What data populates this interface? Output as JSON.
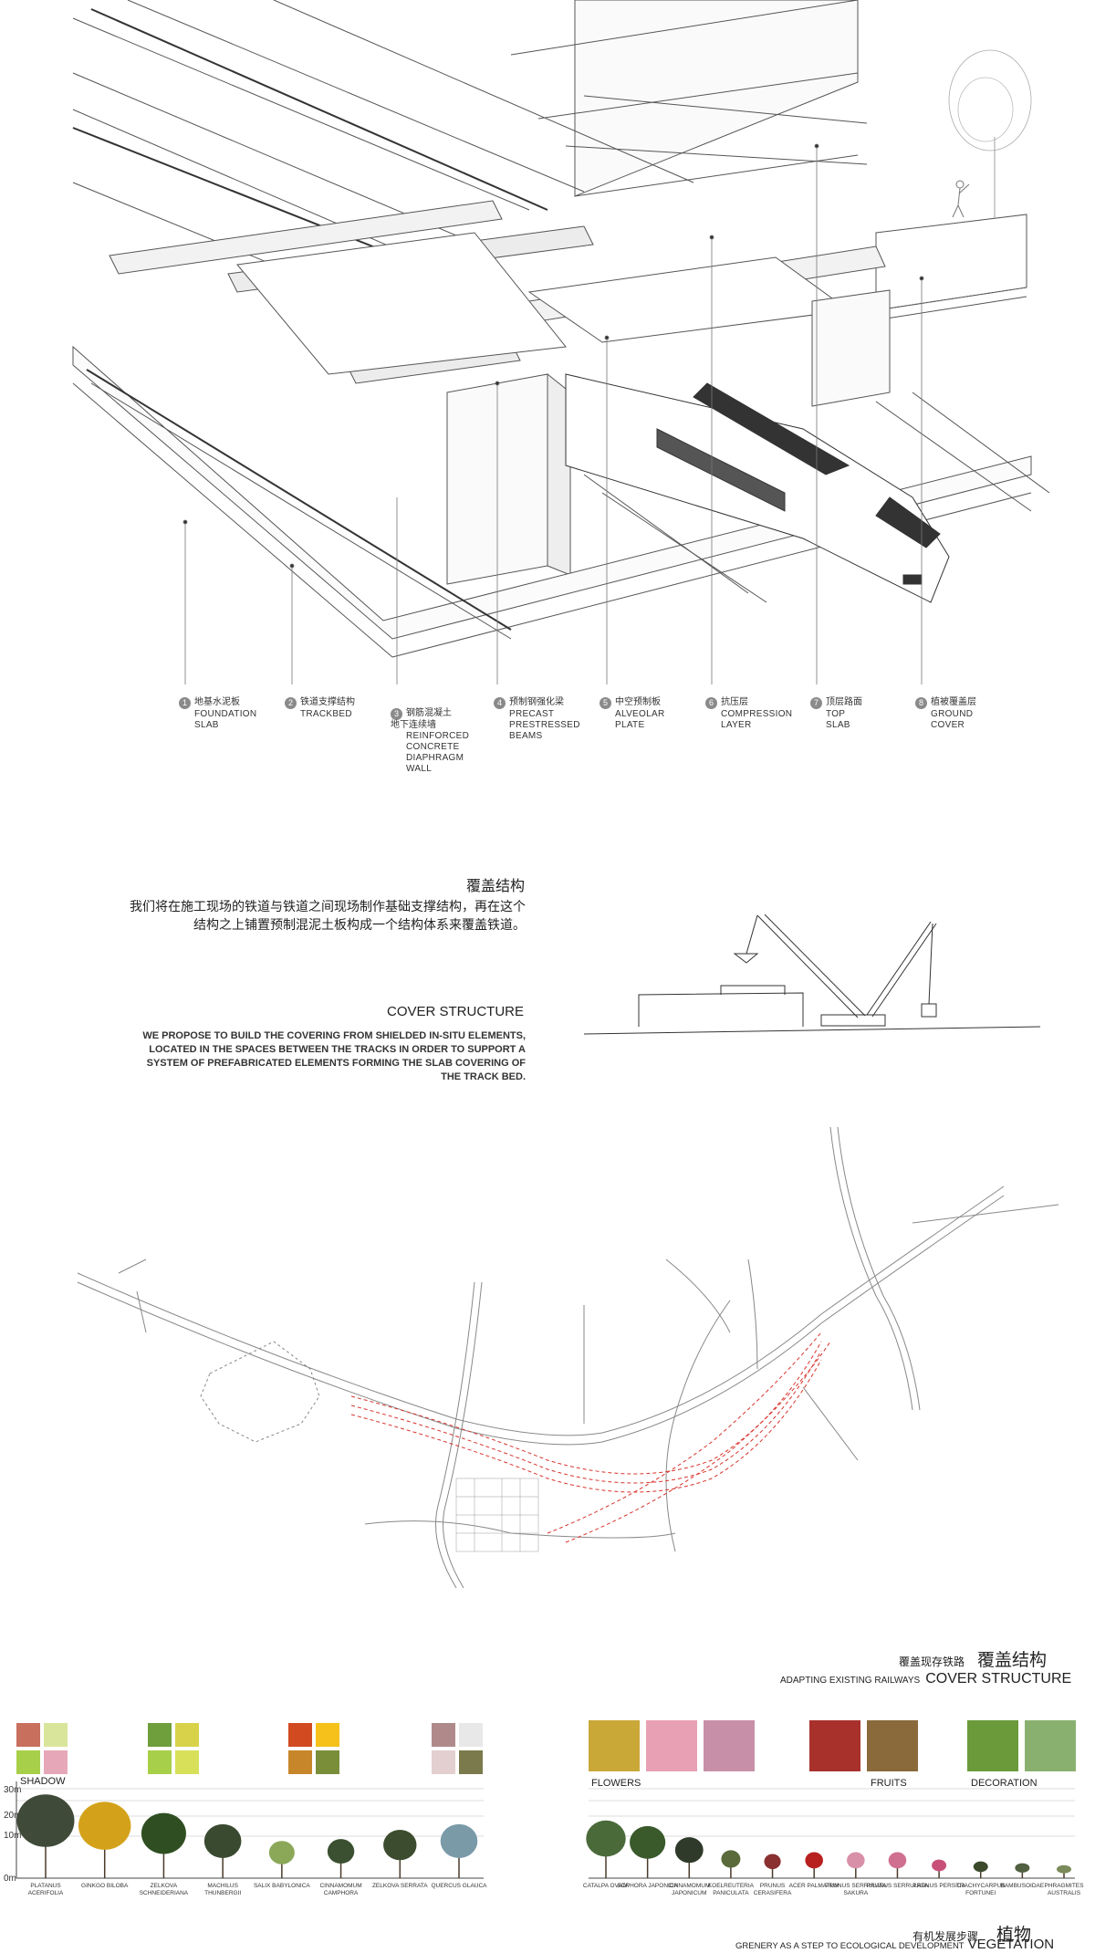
{
  "structure_legend": [
    {
      "num": "1",
      "cn": "地基水泥板",
      "en": "FOUNDATION\nSLAB"
    },
    {
      "num": "2",
      "cn": "铁道支撑结构",
      "en": "TRACKBED"
    },
    {
      "num": "3",
      "cn": "钢筋混凝土\n地下连续墙",
      "en": "REINFORCED\nCONCRETE\nDIAPHRAGM\nWALL"
    },
    {
      "num": "4",
      "cn": "预制钢强化梁",
      "en": "PRECAST\nPRESTRESSED\nBEAMS"
    },
    {
      "num": "5",
      "cn": "中空预制板",
      "en": "ALVEOLAR\nPLATE"
    },
    {
      "num": "6",
      "cn": "抗压层",
      "en": "COMPRESSION\nLAYER"
    },
    {
      "num": "7",
      "cn": "顶层路面",
      "en": "TOP\nSLAB"
    },
    {
      "num": "8",
      "cn": "植被覆盖层",
      "en": "GROUND\nCOVER"
    }
  ],
  "cover": {
    "title_cn": "覆盖结构",
    "body_cn": "我们将在施工现场的铁道与铁道之间现场制作基础支撑结构，再在这个结构之上铺置预制混泥土板构成一个结构体系来覆盖铁道。",
    "title_en": "COVER STRUCTURE",
    "body_en": "WE PROPOSE TO BUILD THE COVERING FROM SHIELDED IN-SITU ELEMENTS, LOCATED IN THE SPACES BETWEEN THE TRACKS IN ORDER TO SUPPORT A SYSTEM OF PREFABRICATED ELEMENTS FORMING THE SLAB COVERING OF THE TRACK BED."
  },
  "map_caption": {
    "small_cn": "覆盖现存铁路",
    "big_cn": "覆盖结构",
    "small_en": "ADAPTING EXISTING RAILWAYS",
    "big_en": "COVER STRUCTURE"
  },
  "vegetation": {
    "shadow_label": "SHADOW",
    "flowers_label": "FLOWERS",
    "fruits_label": "FRUITS",
    "decoration_label": "DECORATION",
    "axis": [
      "30m",
      "20m",
      "10m",
      "0m"
    ],
    "swatch_colors": [
      [
        "#c86f5e",
        "#d9e59a",
        "#a8cf4a",
        "#e6a8b8"
      ],
      [
        "#6f9e3c",
        "#d8d24a",
        "#a8cf4a",
        "#d8e05a"
      ],
      [
        "#d24a20",
        "#f5c11a",
        "#c8862a",
        "#7a8e3a"
      ],
      [
        "#b08a8a",
        "#e8e8e8",
        "#e3cfcf",
        "#7b7a4c"
      ]
    ],
    "shade_trees": [
      "PLATANUS ACERIFOLIA",
      "GINKGO BILOBA",
      "ZELKOVA SCHNEIDERIANA",
      "MACHILUS THUNBERGII",
      "SALIX BABYLONICA",
      "CINNAMOMUM CAMPHORA",
      "ZELKOVA SERRATA",
      "QUERCUS GLAUCA"
    ],
    "flower_trees": [
      "CATALPA OVATA",
      "SOPHORA JAPONICA",
      "CINNAMOMUM JAPONICUM",
      "KOELREUTERIA PANICULATA",
      "PRUNUS CERASIFERA",
      "ACER PALMATUM",
      "PRUNUS SERRULATA SAKURA",
      "PRUNUS SERRULATA",
      "PRUNUS PERSICA",
      "TRACHYCARPUS FORTUNEI",
      "BAMBUSOIDAE",
      "PHRAGMITES AUSTRALIS"
    ],
    "title_small_cn": "有机发展步骤",
    "title_big_cn": "植物",
    "title_small_en": "GRENERY AS A STEP TO ECOLOGICAL DEVELOPMENT",
    "title_big_en": "VEGETATION"
  }
}
